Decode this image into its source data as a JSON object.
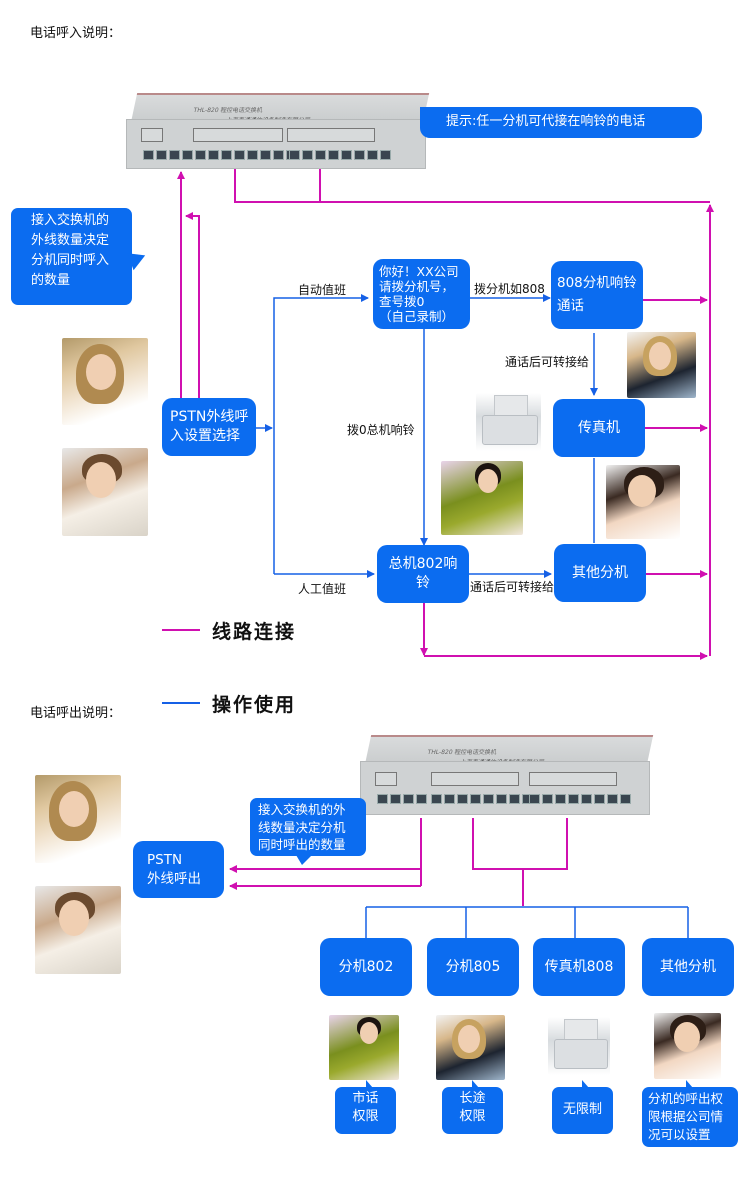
{
  "colors": {
    "box_blue": "#0b6cf0",
    "line_magenta": "#d010b0",
    "line_blue": "#1560e6"
  },
  "incoming": {
    "section_title": "电话呼入说明：",
    "tip": "提示:任一分机可代接在响铃的电话",
    "trunk_note": [
      "接入交换机的",
      "外线数量决定",
      "分机同时呼入",
      "的数量"
    ],
    "pstn_box": [
      "PSTN外线呼",
      "入设置选择"
    ],
    "auto_attendant_label": "自动值班",
    "manual_label": "人工值班",
    "greeting_box": [
      "你好！XX公司",
      "请拨分机号，",
      "查号拨0",
      "（自己录制）"
    ],
    "dial_ext_label": "拨分机如808",
    "ext808_box": [
      "808分机响铃",
      "通话"
    ],
    "transfer_label_1": "通话后可转接给",
    "fax_box": "传真机",
    "dial0_label": "拨0总机响铃",
    "operator_box": "总机802响铃",
    "transfer_label_2": "通话后可转接给",
    "other_ext_box": "其他分机"
  },
  "legend": {
    "line_connection": "线路连接",
    "operation_use": "操作使用"
  },
  "outgoing": {
    "section_title": "电话呼出说明：",
    "trunk_note": [
      "接入交换机的外",
      "线数量决定分机",
      "同时呼出的数量"
    ],
    "pstn_box": [
      "PSTN",
      "外线呼出"
    ],
    "extensions": [
      {
        "label": "分机802",
        "permission": [
          "市话",
          "权限"
        ]
      },
      {
        "label": "分机805",
        "permission": [
          "长途",
          "权限"
        ]
      },
      {
        "label": "传真机808",
        "permission": [
          "无限制"
        ]
      },
      {
        "label": "其他分机",
        "permission": [
          "分机的呼出权",
          "限根据公司情",
          "况可以设置"
        ]
      }
    ]
  },
  "device": {
    "model_text": "THL-820 程控电话交换机",
    "maker_text": "上海泰通通信设备制造有限公司"
  }
}
